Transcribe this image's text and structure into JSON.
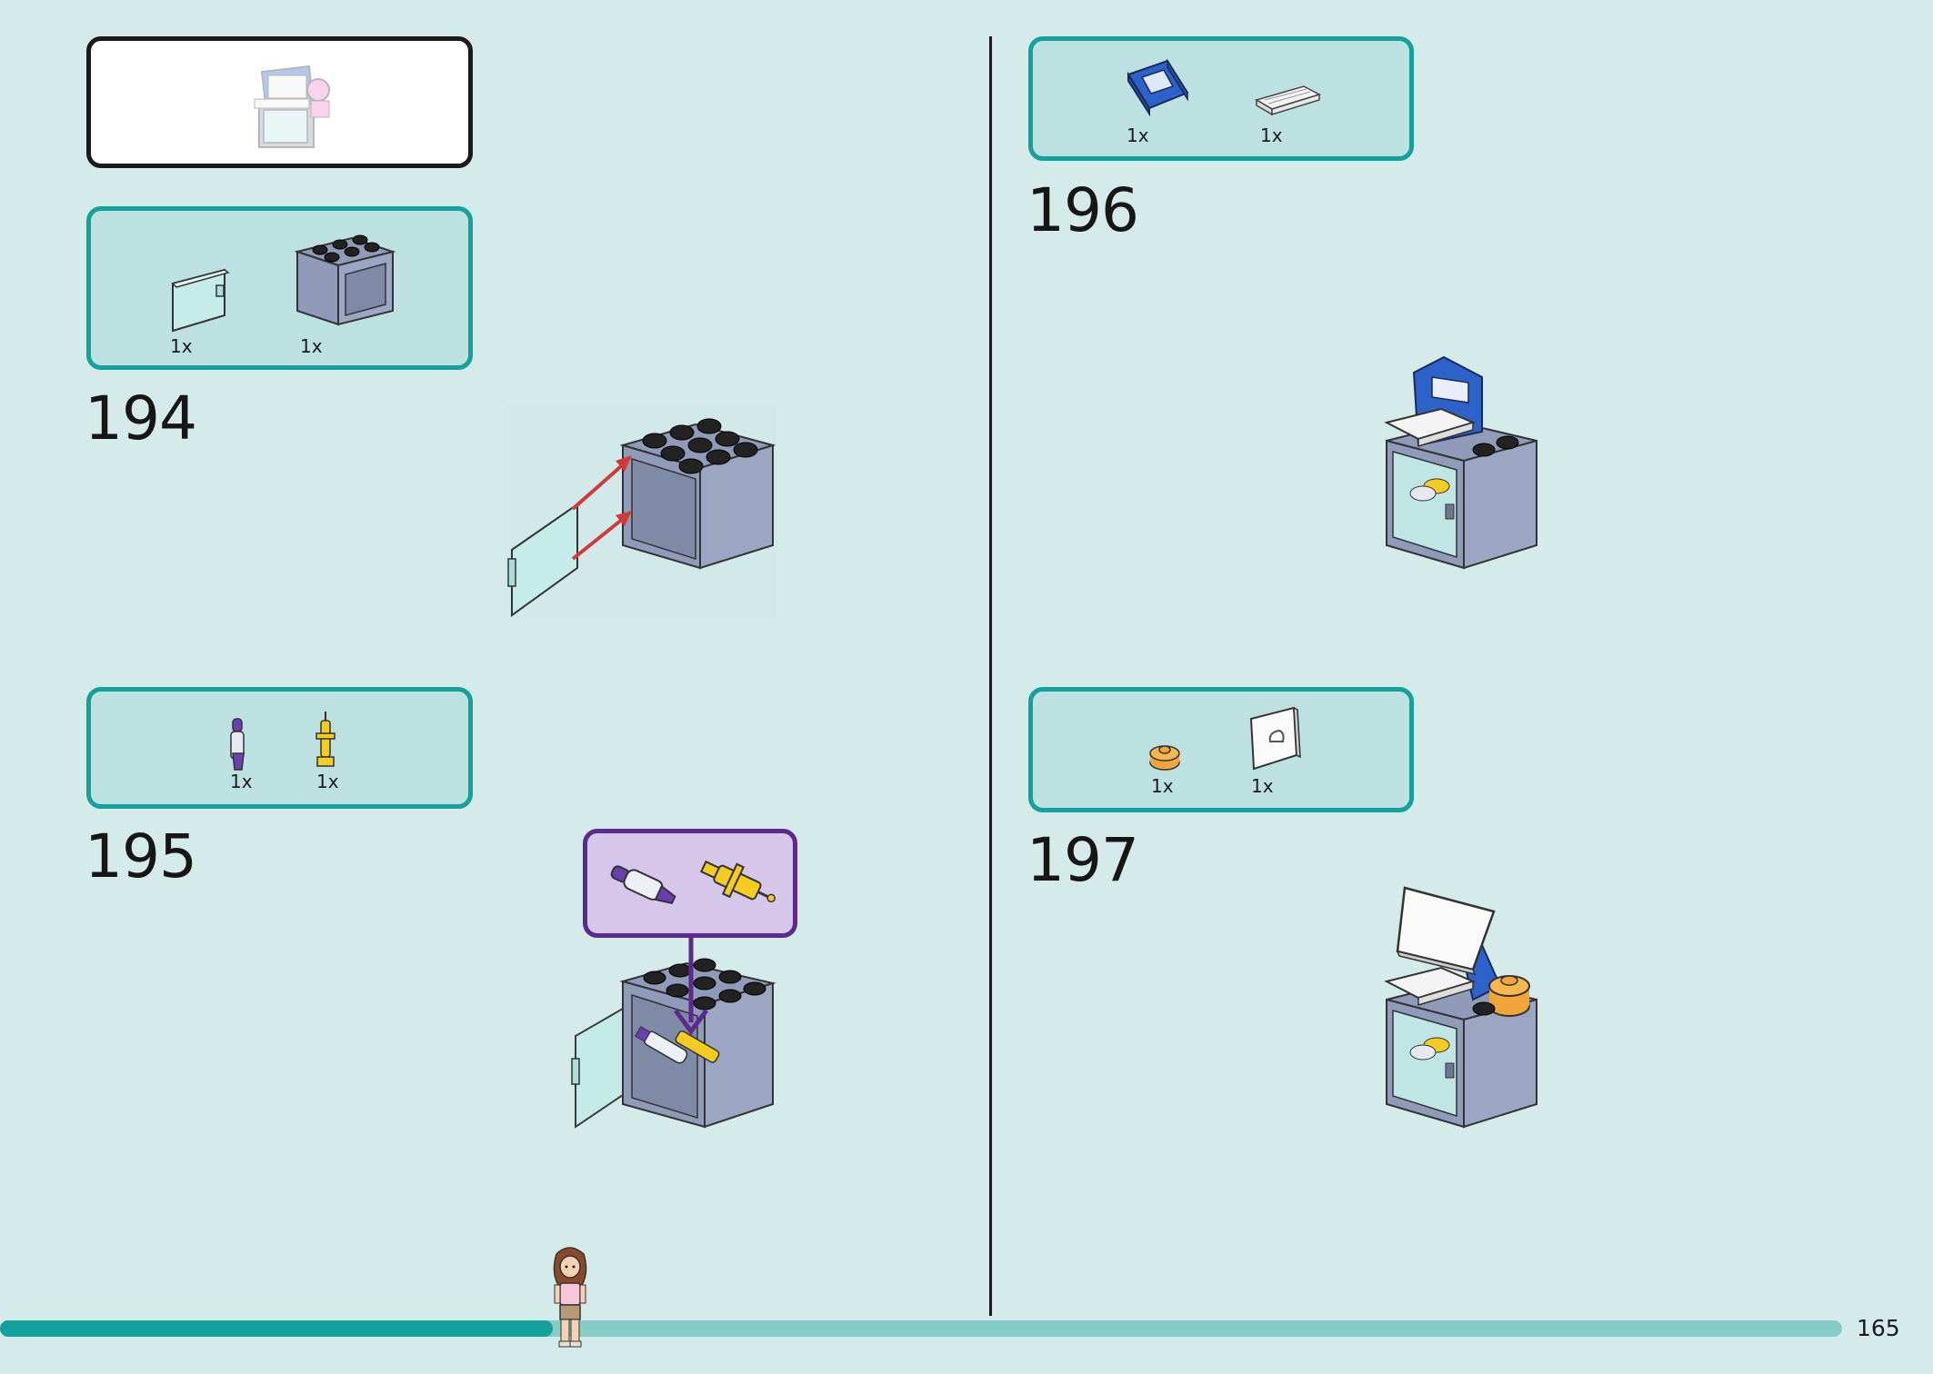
{
  "page": {
    "number": "165",
    "progress_fraction": 0.3
  },
  "steps": [
    {
      "number": "194",
      "parts": [
        {
          "name": "glass-door-icon",
          "qty": "1x"
        },
        {
          "name": "cupboard-icon",
          "qty": "1x"
        }
      ]
    },
    {
      "number": "195",
      "parts": [
        {
          "name": "purple-syringe-icon",
          "qty": "1x"
        },
        {
          "name": "yellow-syringe-icon",
          "qty": "1x"
        }
      ]
    },
    {
      "number": "196",
      "parts": [
        {
          "name": "blue-slope-icon",
          "qty": "1x"
        },
        {
          "name": "keyboard-tile-icon",
          "qty": "1x"
        }
      ]
    },
    {
      "number": "197",
      "parts": [
        {
          "name": "orange-round-plate-icon",
          "qty": "1x"
        },
        {
          "name": "monitor-screen-icon",
          "qty": "1x"
        }
      ]
    }
  ],
  "colors": {
    "background": "#d4ebe9",
    "parts_box": "#bde1e0",
    "accent_teal": "#13a19b",
    "callout_purple": "#5b2a8c",
    "brick_gray": "#8f9bb8",
    "brick_blue": "#2c62c9"
  }
}
